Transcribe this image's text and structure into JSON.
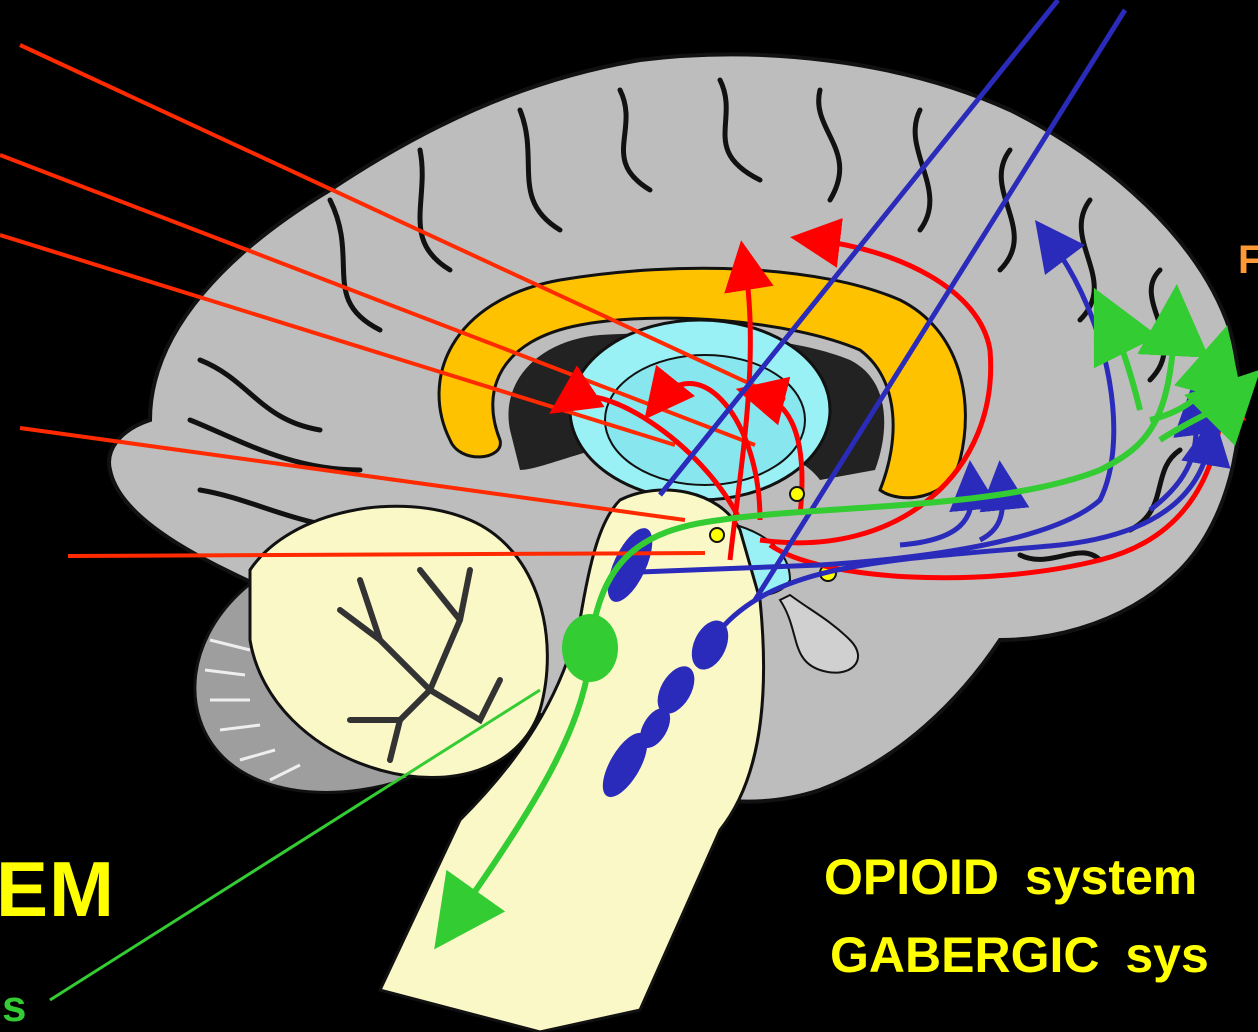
{
  "labels": {
    "em": "EM",
    "s": "s",
    "f": "F",
    "opioid": "OPIOID  system",
    "gabergic": "GABERGIC  sys"
  },
  "colors": {
    "background": "#000000",
    "cortex": "#bdbdbd",
    "corpus_callosum": "#ffc200",
    "thalamus": "#99f0f5",
    "brainstem": "#fbf8c7",
    "cerebellum": "#fbf8c7",
    "pointer_red": "#ff2a00",
    "pathway_red": "#ff0000",
    "pathway_blue": "#2b2bbb",
    "pathway_green": "#33cc33",
    "nuclei_blue": "#2b2bbb",
    "nucleus_green": "#33cc33",
    "label_yellow": "#ffff00",
    "label_orange": "#ff9933"
  }
}
